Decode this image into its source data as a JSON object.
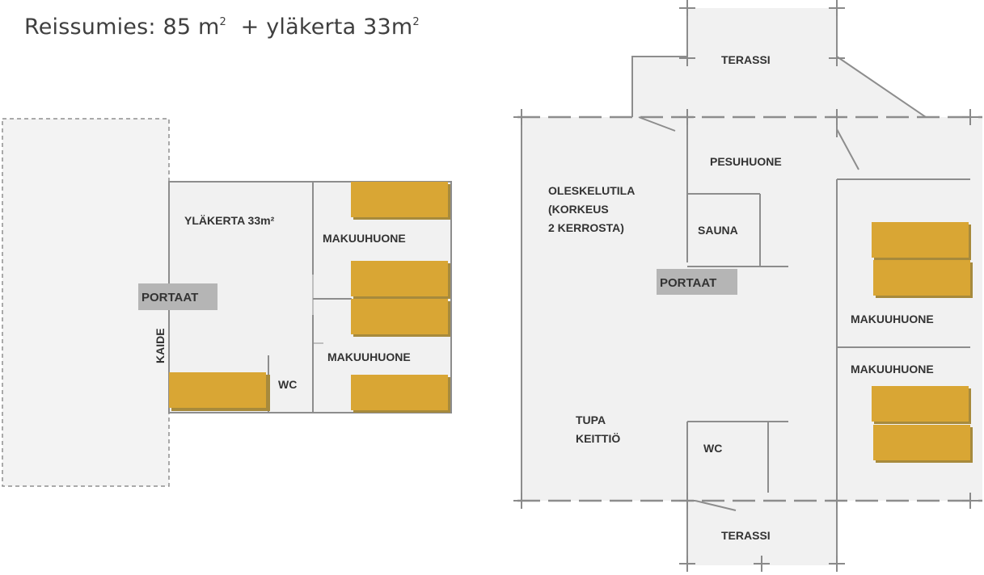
{
  "title": {
    "name": "Reissumies",
    "main_area": "85 m",
    "main_sup": "2",
    "upper_prefix": "+ yläkerta 33m",
    "upper_sup": "2"
  },
  "upper_floor": {
    "name_label": "YLÄKERTA 33m²",
    "bedroom_1": "MAKUUHUONE",
    "bedroom_2": "MAKUUHUONE",
    "stairs": "PORTAAT",
    "railing": "KAIDE",
    "wc": "WC"
  },
  "main_floor": {
    "terrace_top": "TERASSI",
    "bathroom": "PESUHUONE",
    "living_line1": "OLESKELUTILA",
    "living_line2": "(KORKEUS",
    "living_line3": "2 KERROSTA)",
    "sauna": "SAUNA",
    "stairs": "PORTAAT",
    "bedroom_1": "MAKUUHUONE",
    "bedroom_2": "MAKUUHUONE",
    "kitchen_line1": "TUPA",
    "kitchen_line2": "KEITTIÖ",
    "wc": "WC",
    "terrace_bottom": "TERASSI"
  },
  "colors": {
    "floor": "#f1f1f1",
    "wall": "#9a9a9a",
    "bed": "#d9a634",
    "bed_shadow": "#a78a3c",
    "stairs_bg": "#b5b5b5"
  }
}
